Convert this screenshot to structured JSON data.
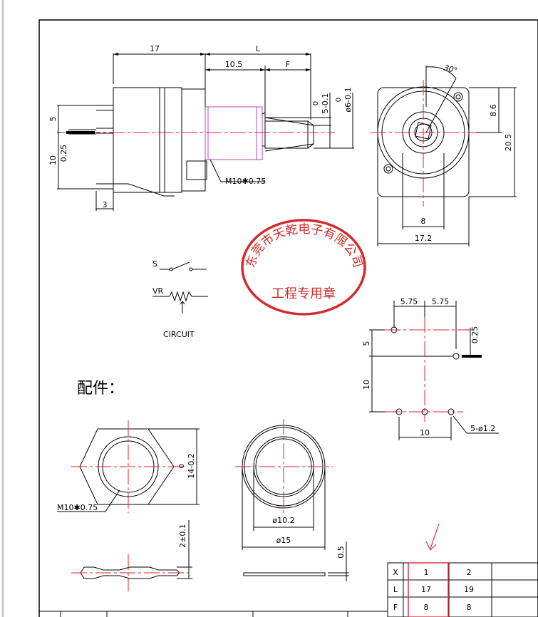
{
  "drawing": {
    "side_view": {
      "dims": {
        "overall_left": "17",
        "overall_L": "L",
        "shaft_10_5": "10.5",
        "shaft_F": "F",
        "pin_5": "5",
        "pin_10": "10",
        "pin_0_25": "0.25",
        "pin_3": "3",
        "tol_5": "5-0.1",
        "tol_5_top": "0",
        "tol_6": "ø6-0.1",
        "tol_6_top": "0",
        "thread": "M10✱0.75"
      }
    },
    "front_view": {
      "angle": "30°",
      "dim_8_6": "8.6",
      "dim_20_5": "20.5",
      "dim_8": "8",
      "dim_17_2": "17.2"
    },
    "seal": {
      "company": "东莞市天乾电子有限公司",
      "label": "工程专用章"
    },
    "circuit": {
      "switch_label": "S",
      "resistor_label": "VR",
      "caption": "CIRCUIT"
    },
    "pcb_layout": {
      "dim_5_75_a": "5.75",
      "dim_5_75_b": "5.75",
      "dim_0_25": "0.25",
      "dim_5": "5",
      "dim_10_v": "10",
      "dim_10_h": "10",
      "holes": "5-ø1.2"
    },
    "accessories": {
      "title": "配件：",
      "nut": {
        "thread": "M10✱0.75",
        "width": "14-0.2",
        "width_top": "0",
        "thickness": "2±0.1"
      },
      "washer": {
        "inner": "ø10.2",
        "outer": "ø15",
        "thickness": "0.5"
      }
    },
    "table": {
      "rows": [
        {
          "h": "X",
          "v1": "1",
          "v2": "2"
        },
        {
          "h": "L",
          "v1": "17",
          "v2": "19"
        },
        {
          "h": "F",
          "v1": "8",
          "v2": "8"
        }
      ]
    },
    "colors": {
      "line": "#000000",
      "center": "#e0242a",
      "shaft": "#c040c0",
      "seal": "#d42a2a",
      "highlight": "#d9364a"
    }
  }
}
